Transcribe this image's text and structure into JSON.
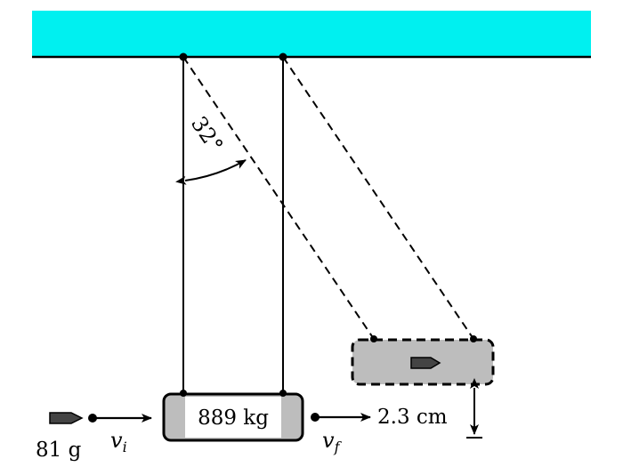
{
  "diagram": {
    "bullet_mass": "81 g",
    "block_mass": "889 kg",
    "angle": "32°",
    "height": "2.3 cm",
    "v_initial": {
      "symbol": "v",
      "subscript": "i"
    },
    "v_final": {
      "symbol": "v",
      "subscript": "f"
    }
  },
  "colors": {
    "ceiling": "#00f0f0",
    "block_fill": "#bdbdbd",
    "block_label_bg": "#ffffff",
    "bullet": "#444444",
    "line": "#000000"
  }
}
